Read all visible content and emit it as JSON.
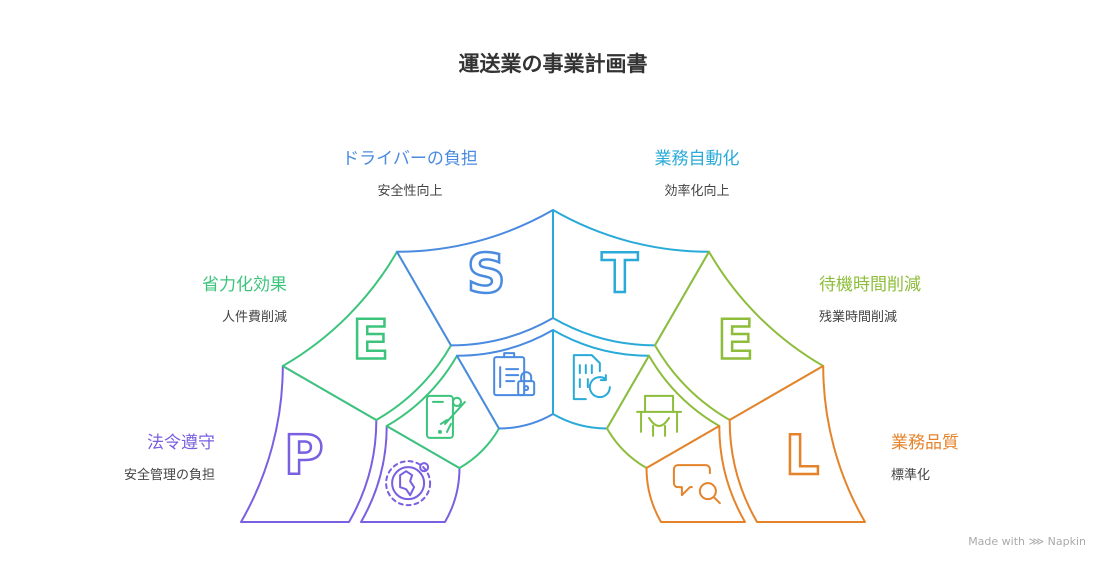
{
  "title": "運送業の事業計画書",
  "colors": {
    "P": "#7a5fe0",
    "E1": "#3cc47c",
    "S": "#4a8be0",
    "T": "#2aaad8",
    "E2": "#8dbd3a",
    "L": "#e5832b"
  },
  "sectors": [
    {
      "letter": "P",
      "label": "法令遵守",
      "sub": "安全管理の負担",
      "icon": "globe-icon"
    },
    {
      "letter": "E",
      "label": "省力化効果",
      "sub": "人件費削減",
      "icon": "phone-rocket-icon"
    },
    {
      "letter": "S",
      "label": "ドライバーの負担",
      "sub": "安全性向上",
      "icon": "clipboard-lock-icon"
    },
    {
      "letter": "T",
      "label": "業務自動化",
      "sub": "効率化向上",
      "icon": "binary-file-refresh-icon"
    },
    {
      "letter": "E",
      "label": "待機時間削減",
      "sub": "残業時間削減",
      "icon": "desk-chair-icon"
    },
    {
      "letter": "L",
      "label": "業務品質",
      "sub": "標準化",
      "icon": "chat-search-icon"
    }
  ],
  "watermark": "Made with ⋙ Napkin"
}
